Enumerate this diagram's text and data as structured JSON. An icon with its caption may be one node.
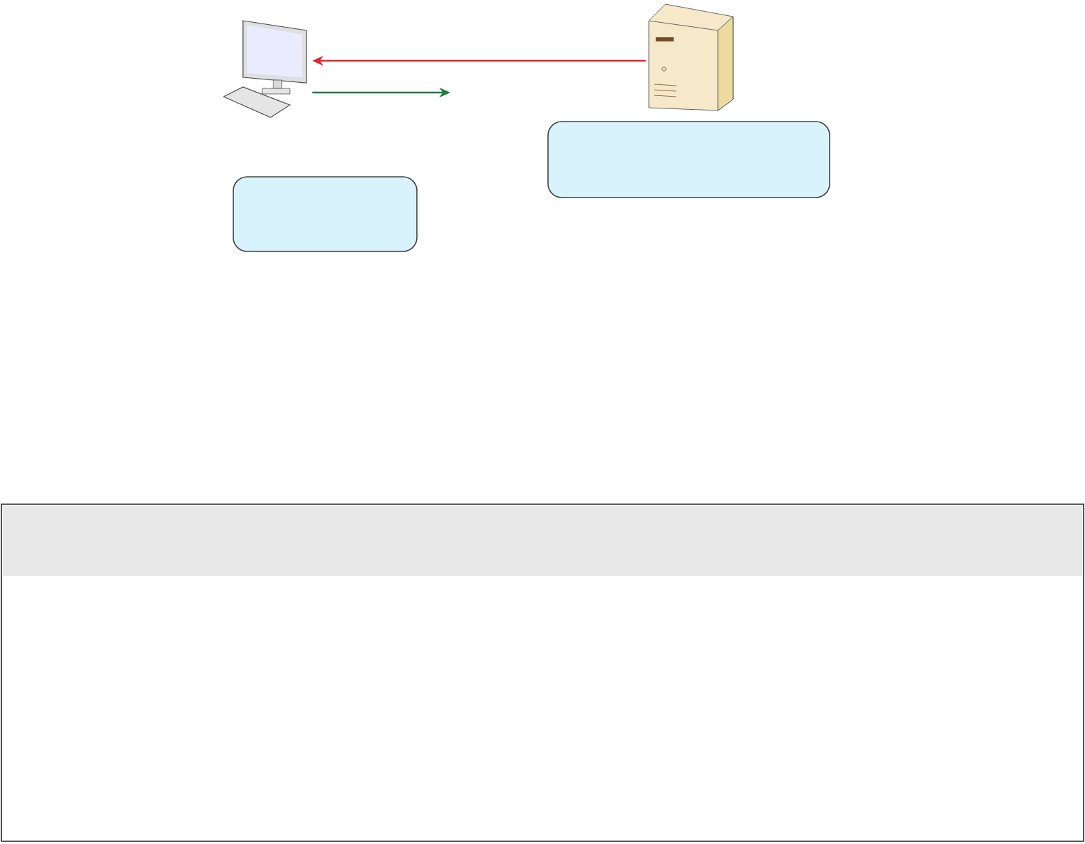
{
  "diagram": {
    "nodes": [
      {
        "text": [],
        "shape": "picture"
      },
      {
        "text": [],
        "shape": "picture"
      },
      {
        "text": [],
        "shape": "box"
      },
      {
        "text": [],
        "shape": "box"
      },
      {
        "text": [],
        "shape": "box"
      }
    ],
    "edges": [
      {
        "from": 1,
        "to": 0,
        "arrow": "to",
        "color": "#e8202a"
      },
      {
        "from": 0,
        "to": null,
        "arrow": "to",
        "color": "#1e7a3a"
      }
    ]
  }
}
